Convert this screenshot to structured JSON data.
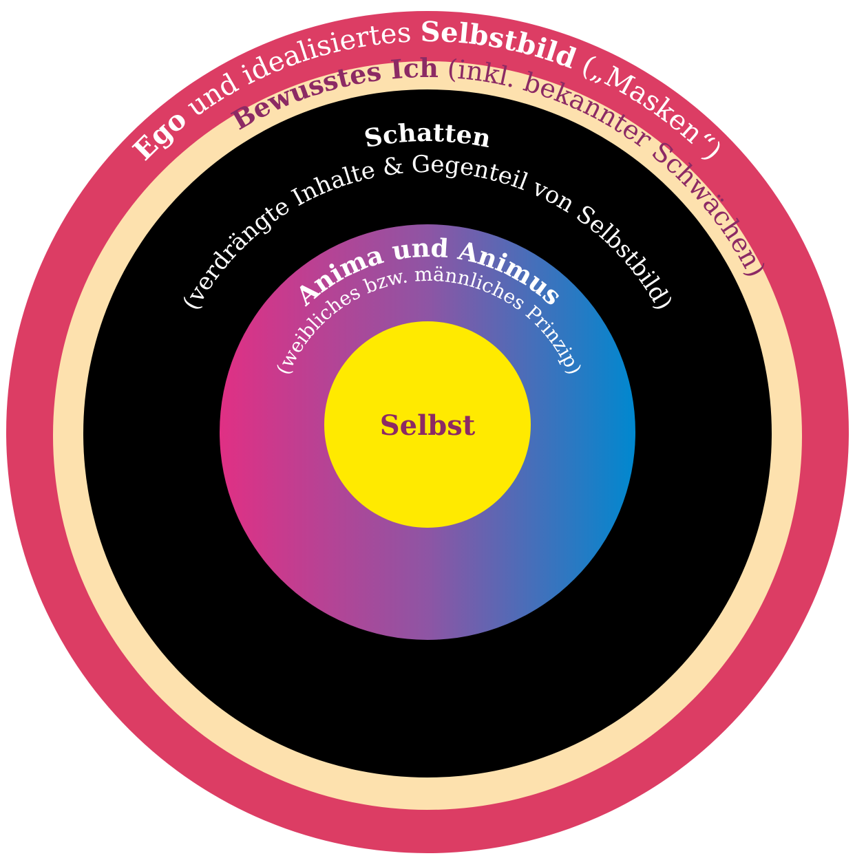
{
  "rings": {
    "ego": {
      "bold_1": "Ego",
      "regular_1": " und idealisiertes ",
      "bold_2": "Selbstbild",
      "regular_2": " („Masken“)",
      "color": "#dc3d64",
      "text_color": "#ffffff"
    },
    "bewusstes_ich": {
      "bold": "Bewusstes Ich",
      "regular": " (inkl. bekannter Schwächen)",
      "color": "#fde1ae",
      "text_color": "#8c2a64"
    },
    "schatten": {
      "title": "Schatten",
      "subtitle": "(verdrängte Inhalte & Gegenteil von Selbstbild)",
      "color": "#000000",
      "text_color": "#ffffff"
    },
    "anima_animus": {
      "title": "Anima und Animus",
      "subtitle": "(weibliches bzw. männliches Prinzip)",
      "gradient_left": "#e03084",
      "gradient_mid": "#8e55a4",
      "gradient_right": "#0088cf",
      "text_color": "#ffffff"
    },
    "selbst": {
      "label": "Selbst",
      "color": "#ffea00",
      "text_color": "#8c2a64"
    }
  }
}
